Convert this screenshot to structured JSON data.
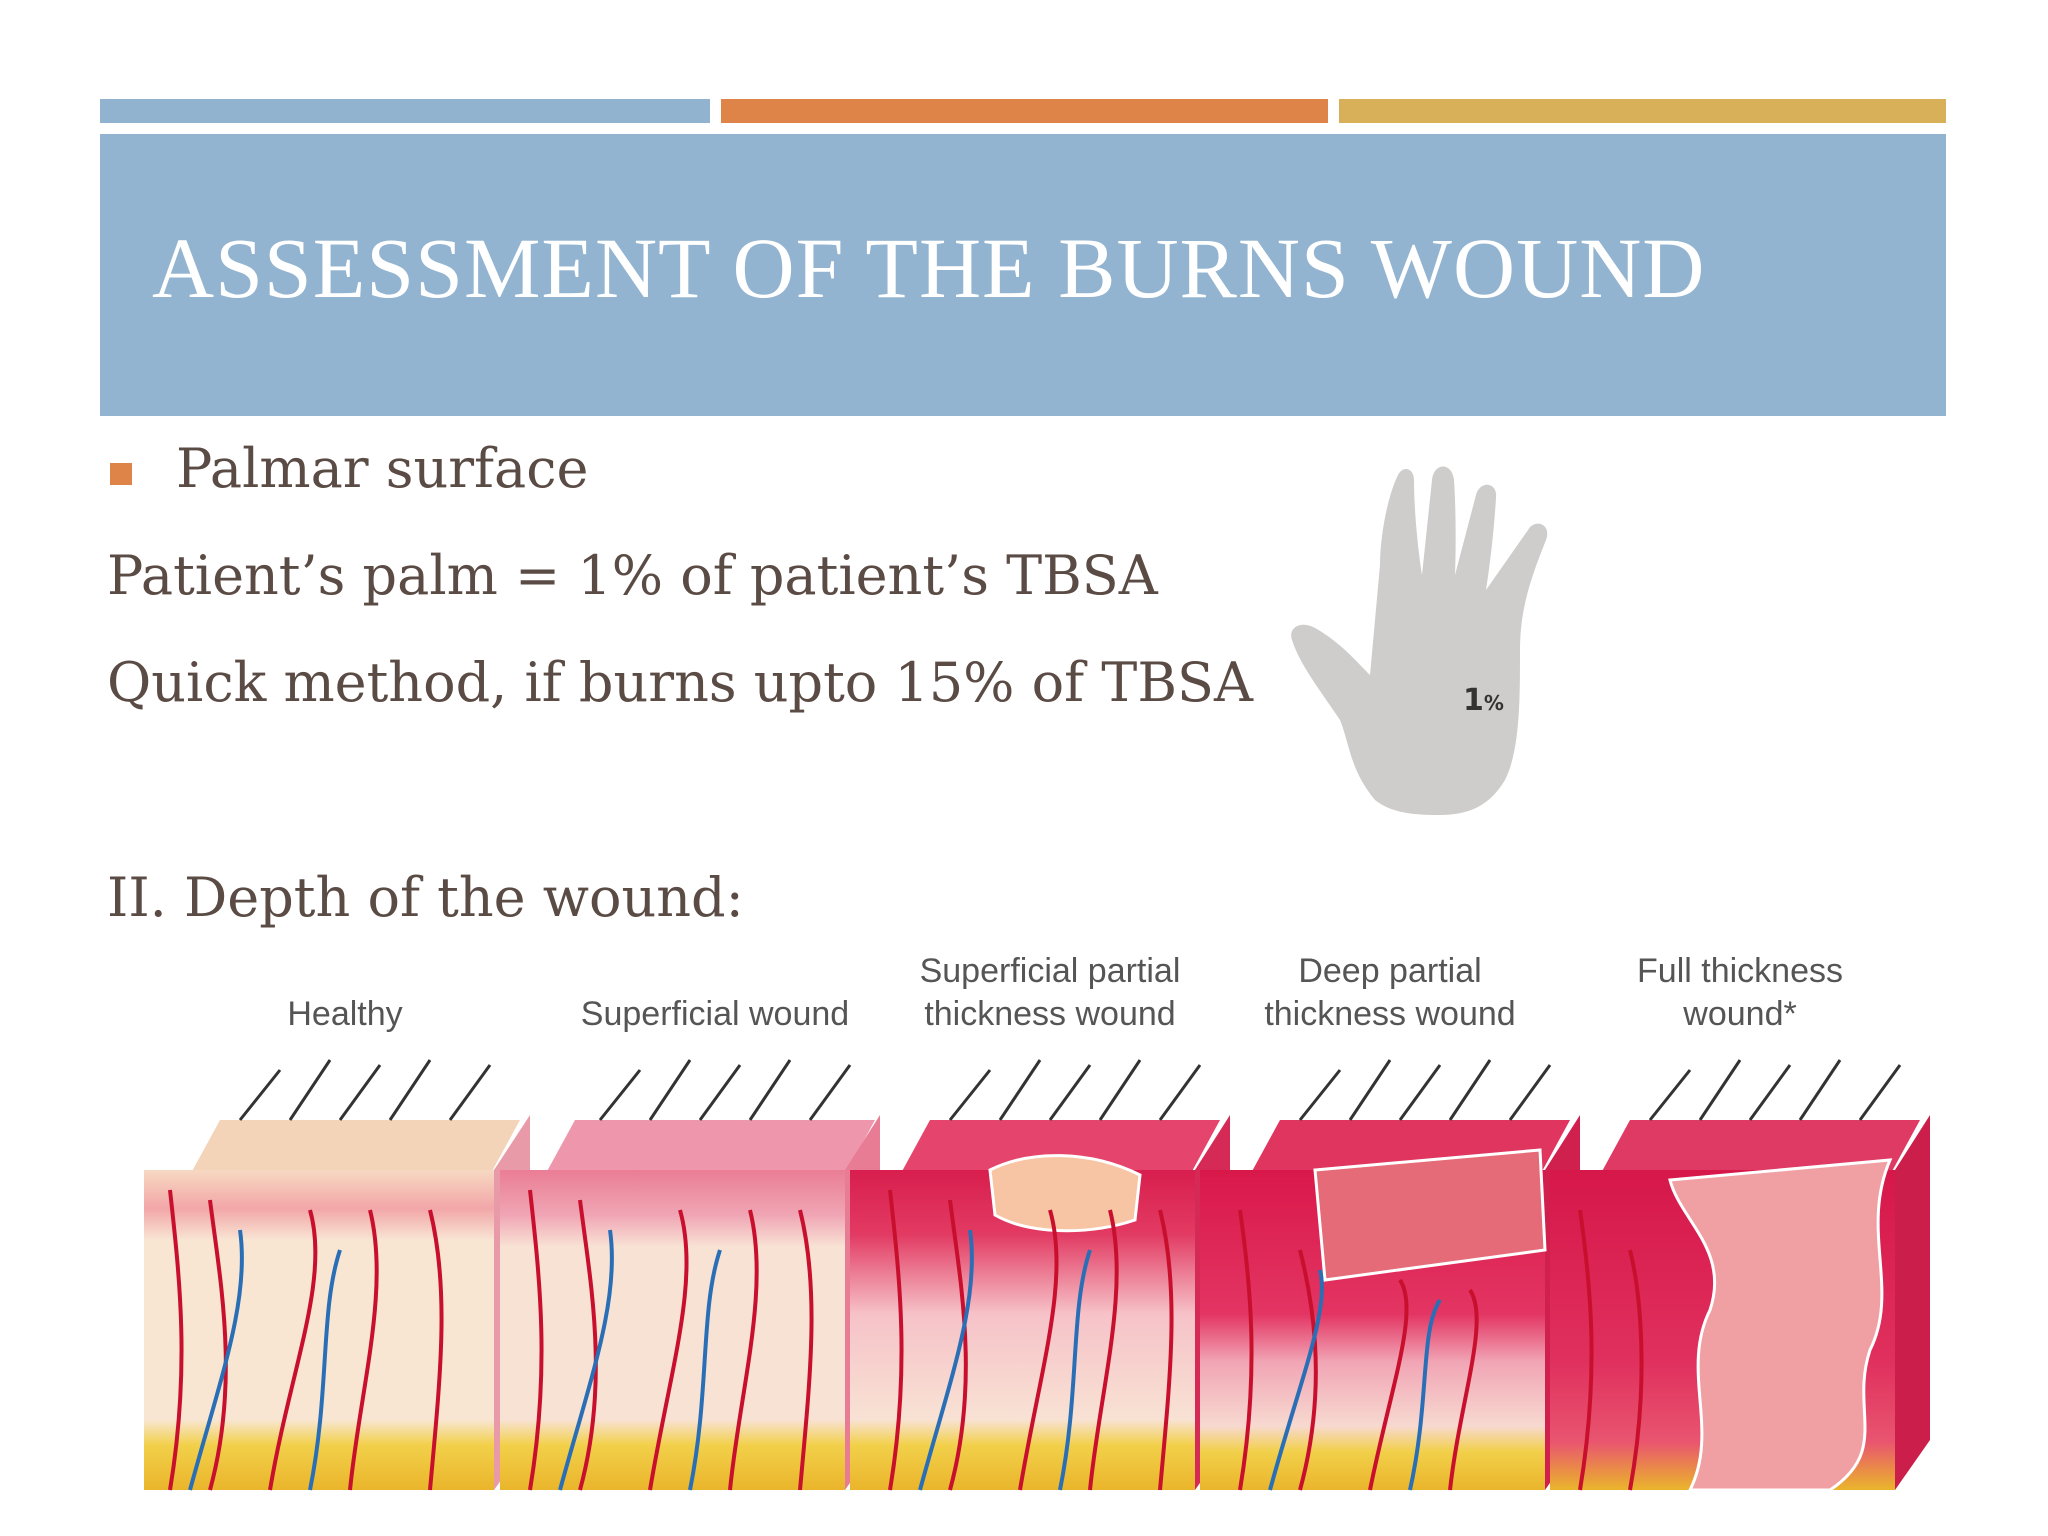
{
  "colors": {
    "accent_blue": "#91b3cf",
    "accent_orange": "#df8448",
    "accent_gold": "#d8b05a",
    "title_band": "#93b4d0",
    "body_text": "#5b4b45",
    "bullet": "#df8448",
    "hand": "#cfcdcb"
  },
  "slide": {
    "title": "ASSESSMENT OF THE BURNS WOUND",
    "bullet": "Palmar surface",
    "line_palm": "Patient’s palm = 1% of patient’s TBSA",
    "line_quick": "Quick method, if burns upto 15% of TBSA",
    "line_depth": "II. Depth of the wound:"
  },
  "hand": {
    "label_num": "1",
    "label_pct": "%",
    "icon": "hand-icon"
  },
  "diagram": {
    "stages": [
      {
        "line1": "",
        "line2": "Healthy"
      },
      {
        "line1": "",
        "line2": "Superficial wound"
      },
      {
        "line1": "Superficial partial",
        "line2": "thickness wound"
      },
      {
        "line1": "Deep partial",
        "line2": "thickness wound"
      },
      {
        "line1": "Full thickness",
        "line2": "wound*"
      }
    ]
  }
}
